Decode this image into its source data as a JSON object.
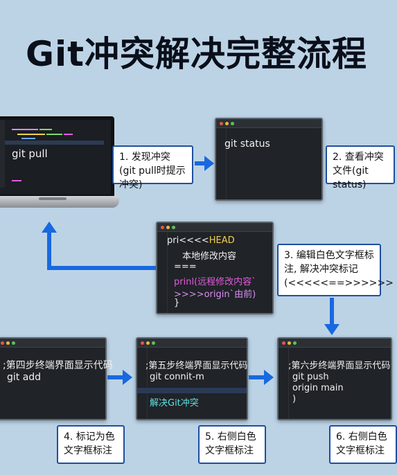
{
  "title": "Git冲突解决完整流程",
  "laptop": {
    "code": "git pull"
  },
  "win_status": {
    "code": "git status"
  },
  "win_conflict": {
    "line1_prefix": "pri<<<<",
    "line1_head": "HEAD",
    "line2": "本地修改内容",
    "line3": "===",
    "line4": "prinl(远程修改内容`",
    "line5": ">>>>origin`由前)",
    "line6": "}"
  },
  "win_step4": {
    "line1": ";第四步终端界面显示代码",
    "line2": "git add"
  },
  "win_step5": {
    "line1": ";第五步终端界面显示代码",
    "line2": "git connit-m",
    "line3": "解决Git冲突"
  },
  "win_step6": {
    "line1": ";第六步终端界面显示代码",
    "line2": "git push",
    "line3": "origin main",
    "line4": ")"
  },
  "labels": {
    "step1": "1. 发现冲突(git pull时提示冲突)",
    "step2": "2. 查看冲突文件(git status)",
    "step3": "3. 编辑白色文字框标注, 解决冲突标记(<<<<<==>>>>>>",
    "step4": "4. 标记为色文字框标注",
    "step5": "5. 右侧白色文字框标注",
    "step6": "6. 右侧白色文字框标注"
  },
  "colors": {
    "background": "#bcd3e6",
    "arrow": "#1868e0",
    "box_border": "#1f4f9e",
    "terminal": "#202327",
    "highlight_yellow": "#f2d14b",
    "highlight_magenta": "#e45ae0",
    "highlight_cyan": "#5ce1e6"
  }
}
